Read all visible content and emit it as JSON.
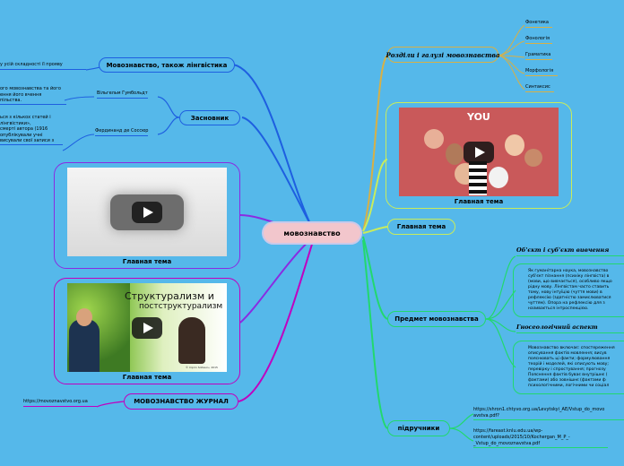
{
  "center": {
    "label": "мовознавство"
  },
  "left": {
    "linguistics": {
      "label": "Мовознавство, також лінгвістика",
      "fragment": "у усій складності її прояву"
    },
    "founders": {
      "label": "Засновник",
      "humboldt": {
        "label": "Вільгельм Гумбольдт",
        "text": [
          "ого мовознавства та його",
          "ення його вчення",
          "пільства."
        ]
      },
      "saussure": {
        "label": "Фердинанд де Соссюр",
        "text": [
          "ься з кількох статей і",
          "лінгвістики»,",
          "смерті автора (1916",
          "опублікували учні",
          "висували свої записи з"
        ]
      }
    },
    "video1": {
      "caption": "Главная тема"
    },
    "video2": {
      "caption": "Главная тема",
      "slide_line1": "Структурализм и",
      "slide_line2": "постструктурализм",
      "slide_footer": "© Ciprin Soltescu, 2015"
    },
    "journal": {
      "label": "МОВОЗНАВСТВО ЖУРНАЛ",
      "url": "https://movoznavstvo.org.ua"
    }
  },
  "right": {
    "branches": {
      "label": "Розділи і галузі мовознавства",
      "items": [
        "Фонетика",
        "Фонологія",
        "Граматика",
        "Морфологія",
        "Синтаксис"
      ]
    },
    "video3": {
      "caption": "Главная тема",
      "overlay": "YOU"
    },
    "main_topic": {
      "label": "Главная тема"
    },
    "subject": {
      "label": "Предмет мовознавства",
      "object_title": "Об'єкт і суб'єкт вивчення",
      "object_text": [
        "Як гуманітарна наука, мовознавство",
        "суб'єкт пізнання (психіку лінгвіста) в",
        "(мови, що вивчається), особливо якщо",
        "рідну мову. Лінгвістам часто ставить",
        "тому, нову інтуїцію (чуття мови) в",
        "рефлексію (здатністю замислюватися",
        "чуттям). Опора на рефлексію для з",
        "називається інтроспекцією."
      ],
      "epistem_title": "Гносеологічний аспект",
      "epistem_text": [
        "Мовознавство включає: спостереження",
        "описування фактів мовлення; висув",
        "пояснювать ці факти; формулювання",
        "теорій і моделей, які описують мову;",
        "перевірку і спростування; прогнозу",
        "Пояснення фактів буває внутрішнє (",
        "фактами) або зовнішнє (фактами ф",
        "психологічними, логічними чи соціал"
      ]
    },
    "textbooks": {
      "label": "підручники",
      "url1": [
        "https://shron1.chtyvo.org.ua/Levytskyi_AE/Vstup_do_movo",
        "avstva.pdf?"
      ],
      "url2": [
        "https://fareast.knlu.edu.ua/wp-",
        "content/uploads/2015/10/Kochergan_M_P_-",
        "_Vstup_do_movoznavstva.pdf"
      ]
    }
  },
  "colors": {
    "background": "#55b8ea",
    "center_fill": "#f2c6cc",
    "left_blue": "#1e5fe0",
    "purple": "#8a2be2",
    "magenta": "#c000c0",
    "gold": "#d7b046",
    "yellowgreen": "#c9ec5b",
    "green": "#22d86e"
  }
}
